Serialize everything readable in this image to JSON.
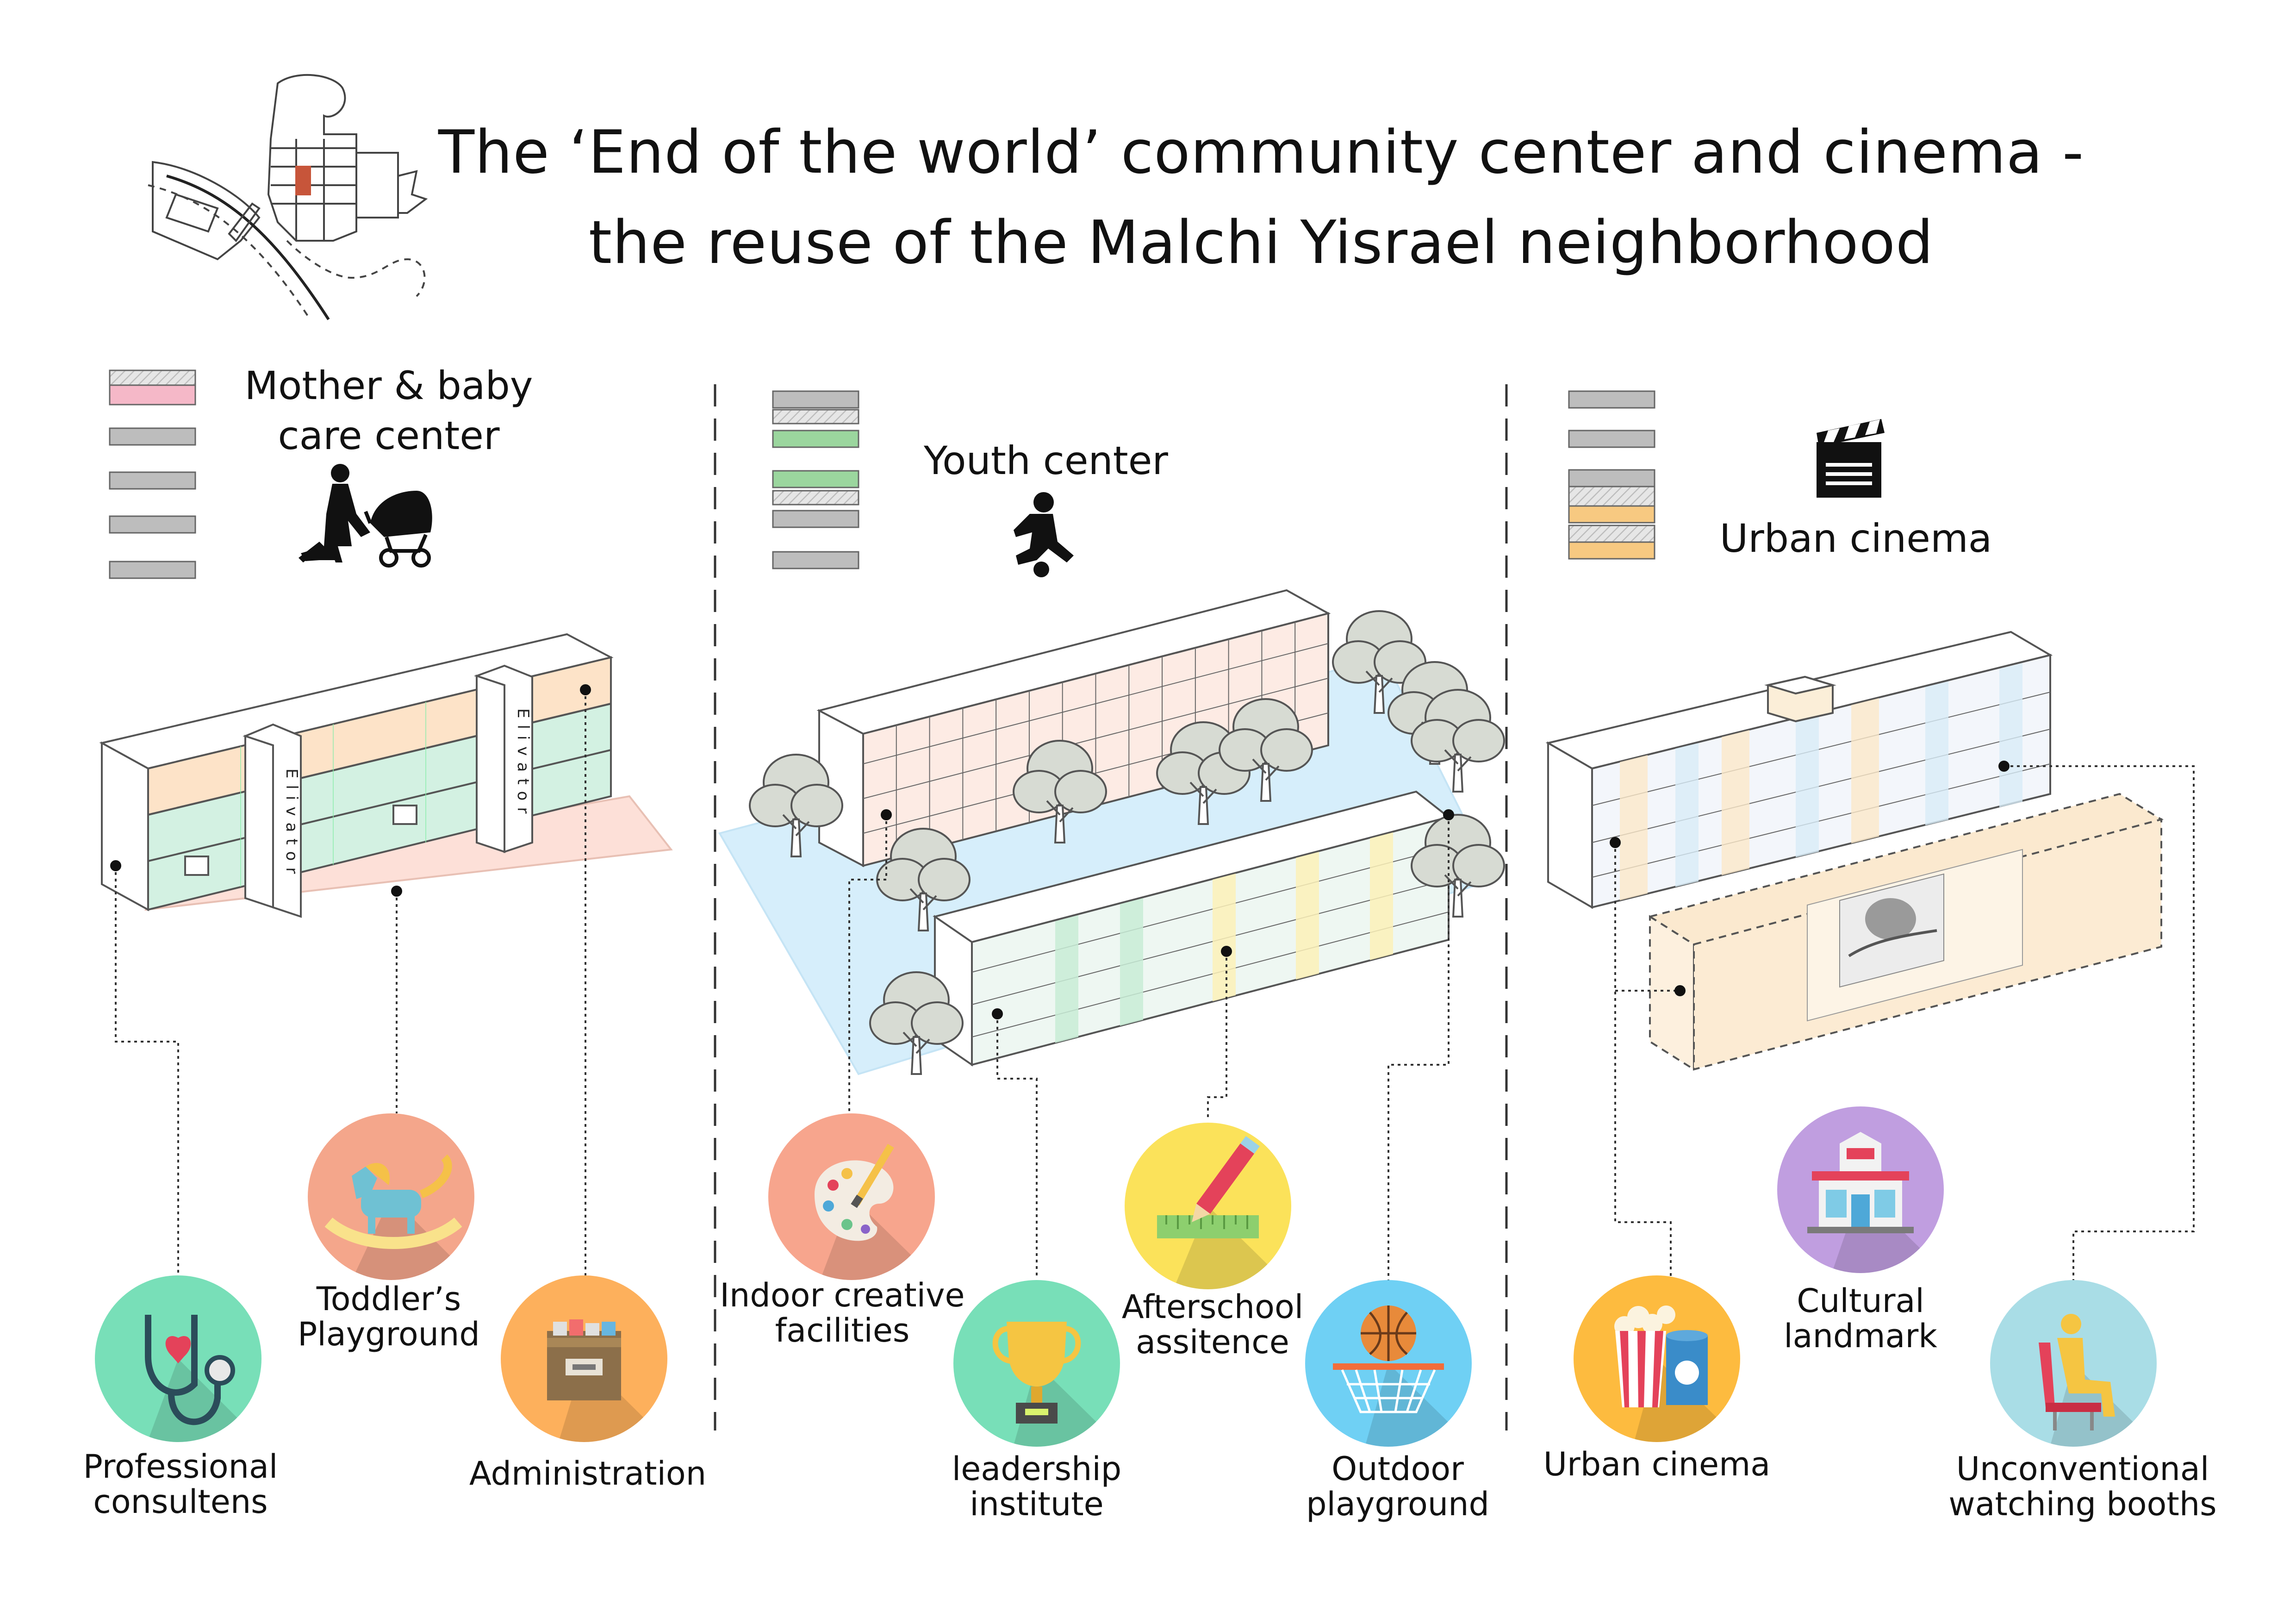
{
  "title": {
    "line1": "The ‘End of the world’ community center and cinema -",
    "line2": "the reuse of the Malchi Yisrael neighborhood"
  },
  "sections": [
    {
      "name_line1": "Mother & baby",
      "name_line2": "care center",
      "elevator_label": "Elivator",
      "legend_colors": [
        "#d7d7d7",
        "#f5b8c8",
        "#bdbdbd",
        "#bdbdbd",
        "#bdbdbd",
        "#bdbdbd"
      ],
      "items": [
        {
          "line1": "Toddler’s",
          "line2": "Playground",
          "icon": "rocking-horse-icon",
          "color": "#f4a68b"
        },
        {
          "line1": "Professional",
          "line2": "consultens",
          "icon": "stethoscope-icon",
          "color": "#78dfb8"
        },
        {
          "line1": "Administration",
          "line2": "",
          "icon": "file-drawer-icon",
          "color": "#fdb05c"
        }
      ]
    },
    {
      "name_line1": "Youth center",
      "name_line2": "",
      "legend_colors": [
        "#bdbdbd",
        "#9bd69e",
        "#9bd69e",
        "#bdbdbd",
        "#bdbdbd"
      ],
      "items": [
        {
          "line1": "Indoor creative",
          "line2": "facilities",
          "icon": "palette-icon",
          "color": "#f7a58d"
        },
        {
          "line1": "leadership",
          "line2": "institute",
          "icon": "trophy-icon",
          "color": "#78dfb8"
        },
        {
          "line1": "Afterschool",
          "line2": "assitence",
          "icon": "pencil-ruler-icon",
          "color": "#fbe25a"
        },
        {
          "line1": "Outdoor",
          "line2": "playground",
          "icon": "basketball-hoop-icon",
          "color": "#6fd0f4"
        }
      ]
    },
    {
      "name_line1": "Urban cinema",
      "name_line2": "",
      "legend_colors": [
        "#bdbdbd",
        "#bdbdbd",
        "#bdbdbd",
        "#f7c981",
        "#f7c981"
      ],
      "items": [
        {
          "line1": "Cultural",
          "line2": "landmark",
          "icon": "cinema-building-icon",
          "color": "#c09ee0"
        },
        {
          "line1": "Urban cinema",
          "line2": "",
          "icon": "popcorn-icon",
          "color": "#fdbb3f"
        },
        {
          "line1": "Unconventional",
          "line2": "watching booths",
          "icon": "seat-icon",
          "color": "#a9dde6"
        }
      ]
    }
  ]
}
